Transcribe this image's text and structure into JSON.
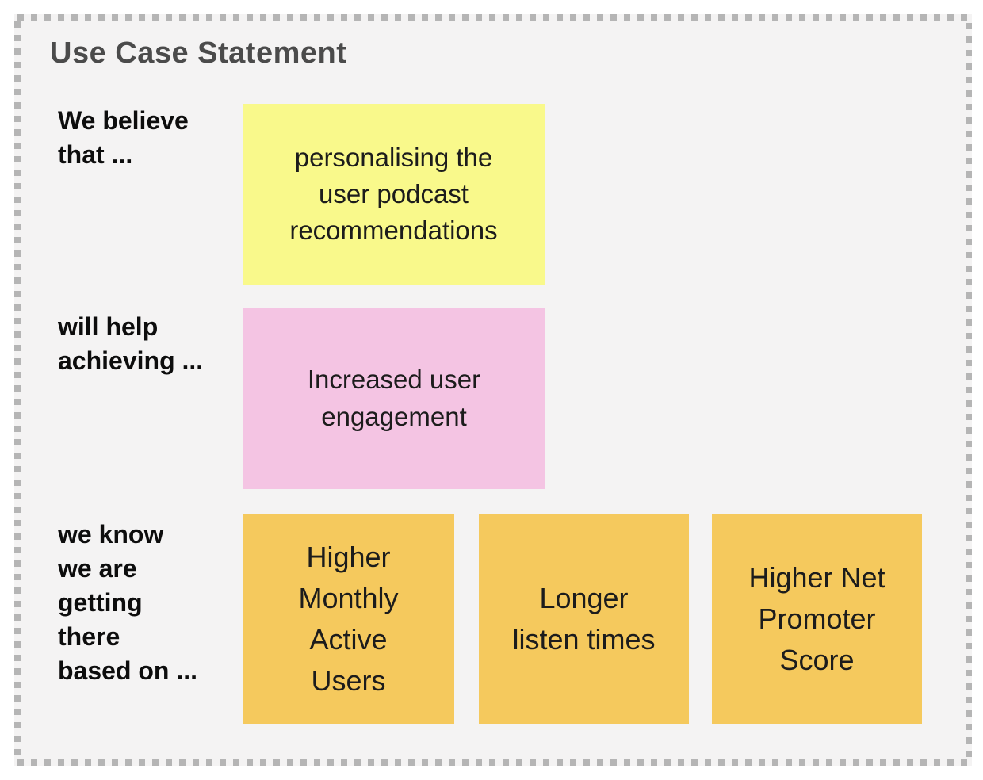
{
  "board": {
    "title": "Use Case Statement",
    "colors": {
      "canvas_background": "#ffffff",
      "board_background": "#f4f3f3",
      "border_dots": "#b5b5b5",
      "title_text": "#4b4b4b",
      "label_text": "#0d0d0d",
      "note_text": "#1c1c1c",
      "yellow": "#f9f98b",
      "pink": "#f4c4e3",
      "orange": "#f5c95d"
    },
    "rows": [
      {
        "label": "We believe\nthat ...",
        "notes": [
          {
            "text": "personalising the\nuser podcast\nrecommendations",
            "color": "yellow"
          }
        ]
      },
      {
        "label": "will help\nachieving ...",
        "notes": [
          {
            "text": "Increased user\nengagement",
            "color": "pink"
          }
        ]
      },
      {
        "label": "we know\nwe are\ngetting\nthere\nbased on ...",
        "notes": [
          {
            "text": "Higher\nMonthly\nActive\nUsers",
            "color": "orange"
          },
          {
            "text": "Longer\nlisten times",
            "color": "orange"
          },
          {
            "text": "Higher Net\nPromoter\nScore",
            "color": "orange"
          }
        ]
      }
    ]
  }
}
